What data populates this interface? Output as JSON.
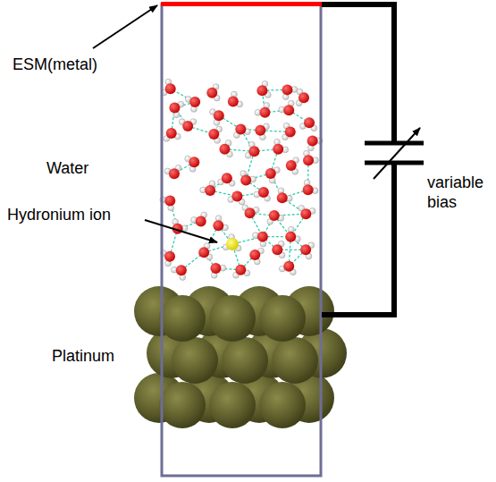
{
  "diagram": {
    "labels": [
      "ESM(metal)",
      "Water",
      "Hydronium ion",
      "Platinum",
      "variable bias"
    ]
  }
}
